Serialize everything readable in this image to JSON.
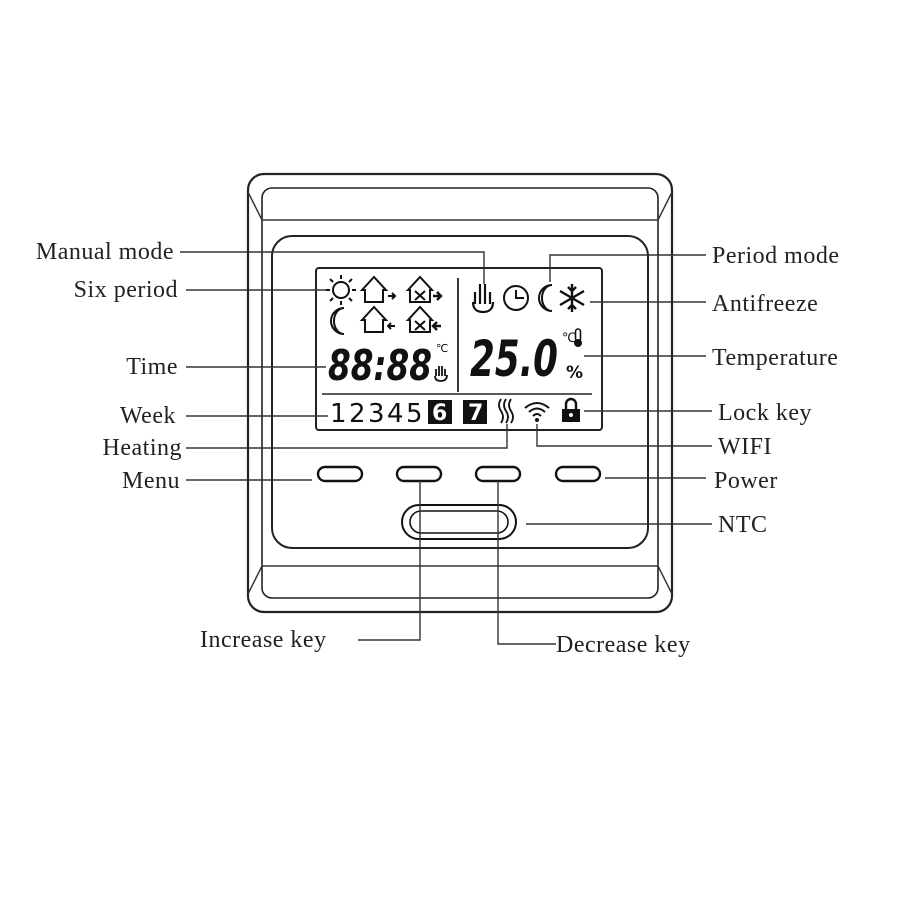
{
  "lcd": {
    "time": "88:88",
    "temperature": "25.0",
    "celsius_unit": "℃",
    "percent_unit": "%",
    "week_days": [
      "1",
      "2",
      "3",
      "4",
      "5"
    ],
    "weekend_days": [
      "6",
      "7"
    ]
  },
  "labels": {
    "manual_mode": "Manual mode",
    "six_period": "Six period",
    "time": "Time",
    "week": "Week",
    "heating": "Heating",
    "menu": "Menu",
    "period_mode": "Period mode",
    "antifreeze": "Antifreeze",
    "temperature": "Temperature",
    "lock_key": "Lock key",
    "wifi": "WIFI",
    "power": "Power",
    "ntc": "NTC",
    "increase_key": "Increase key",
    "decrease_key": "Decrease key"
  },
  "icons": [
    "sun-icon",
    "moon-icon",
    "house-leave-icon",
    "house-return-icon",
    "work-leave-icon",
    "work-return-icon",
    "hand-icon",
    "clock-icon",
    "snowflake-icon",
    "thermometer-icon",
    "heating-waves-icon",
    "wifi-icon",
    "lock-icon"
  ],
  "colors": {
    "line": "#222222",
    "background": "#ffffff"
  }
}
